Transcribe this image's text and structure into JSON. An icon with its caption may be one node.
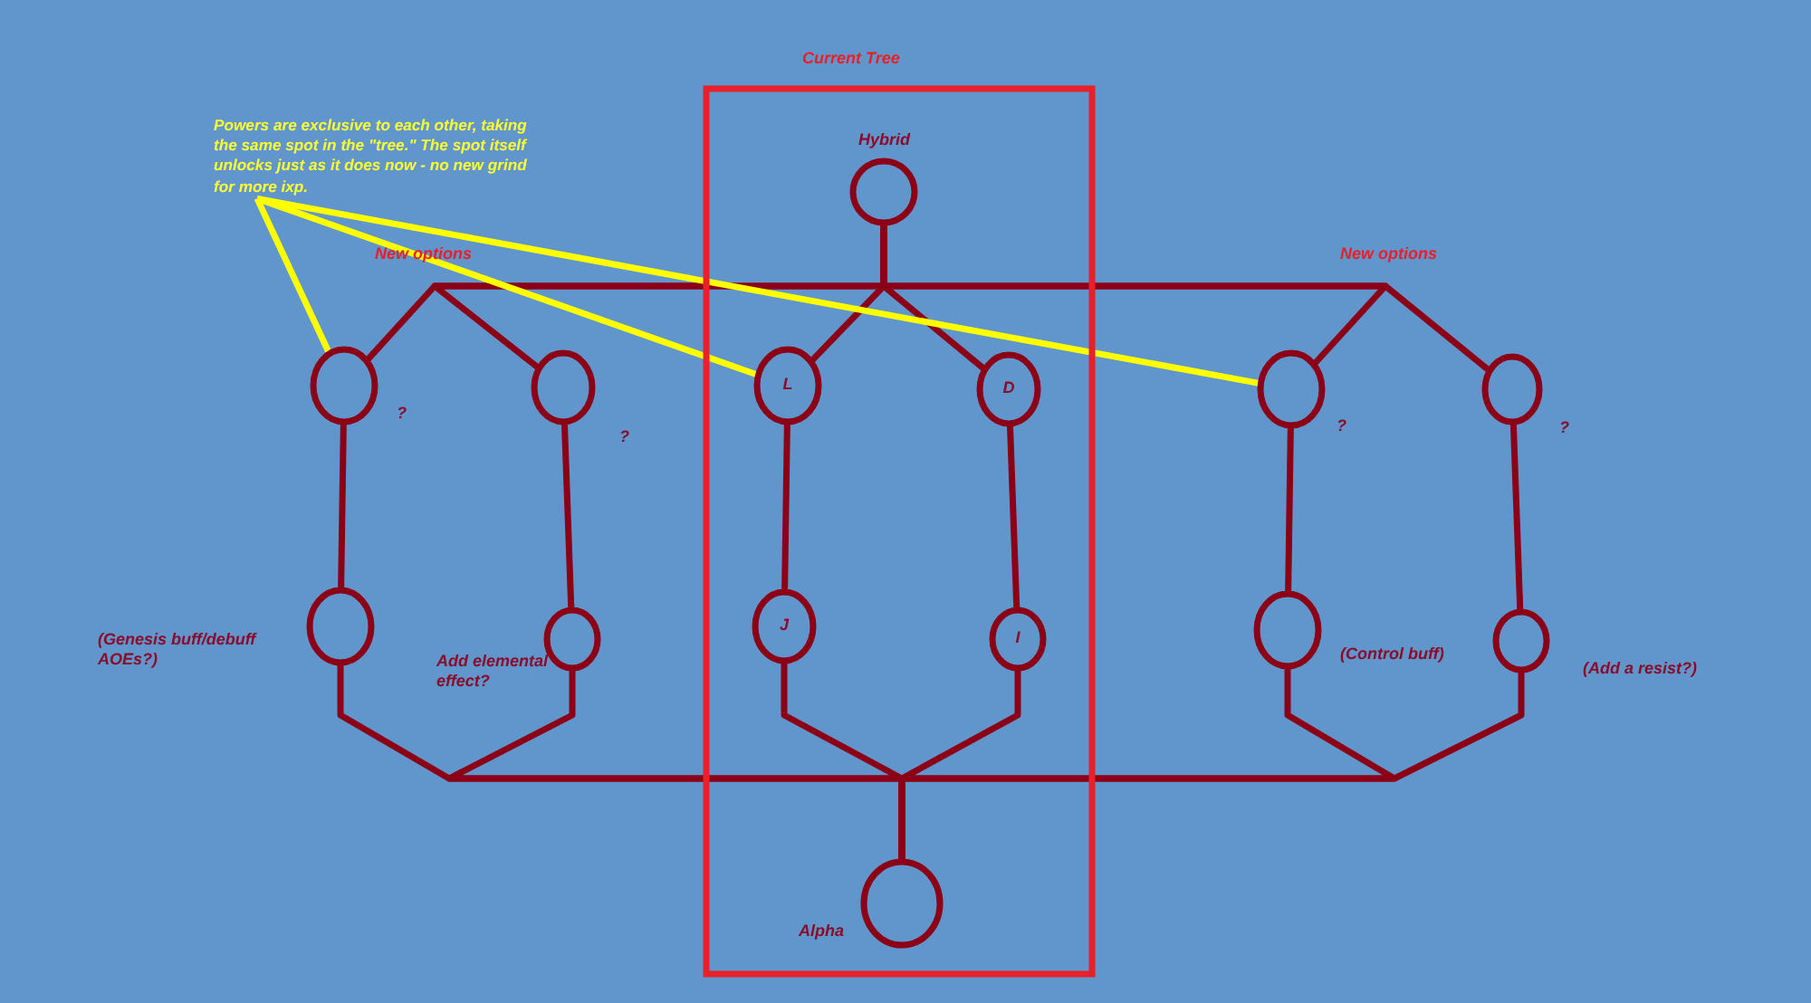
{
  "diagram": {
    "nodes": [
      {
        "text": [
          "Current Tree"
        ]
      },
      {
        "text": [],
        "shape": "circle",
        "in": 0,
        "beside": [
          "Hybrid"
        ]
      },
      {
        "text": [
          "L"
        ],
        "in": 0
      },
      {
        "text": [
          "D"
        ],
        "in": 0
      },
      {
        "text": [
          "J"
        ],
        "in": 0
      },
      {
        "text": [
          "I"
        ],
        "in": 0
      },
      {
        "text": [],
        "shape": "circle",
        "in": 0,
        "beside": [
          "Alpha"
        ]
      },
      {
        "text": [],
        "shape": "circle",
        "beside": [
          "?"
        ]
      },
      {
        "text": [],
        "shape": "circle",
        "beside": [
          "?"
        ]
      },
      {
        "text": [],
        "shape": "circle",
        "beside": [
          "(Genesis buff/debuff AOEs?)"
        ]
      },
      {
        "text": [],
        "shape": "circle",
        "beside": [
          "Add elemental effect?"
        ]
      },
      {
        "text": [],
        "shape": "circle",
        "beside": [
          "?"
        ]
      },
      {
        "text": [],
        "shape": "circle",
        "beside": [
          "?"
        ]
      },
      {
        "text": [],
        "shape": "circle",
        "beside": [
          "(Control buff)"
        ]
      },
      {
        "text": [],
        "shape": "circle",
        "beside": [
          "(Add a resist?)"
        ]
      },
      {
        "text": [
          "Powers are exclusive to each other, taking the same spot in the \"tree.\" The spot itself unlocks just as it does now - no new grind for more ixp."
        ]
      }
    ],
    "edges": [
      {
        "from": 1,
        "to": 7,
        "arrow": "none"
      },
      {
        "from": 1,
        "to": 8,
        "arrow": "none"
      },
      {
        "from": 1,
        "to": 2,
        "arrow": "none"
      },
      {
        "from": 1,
        "to": 3,
        "arrow": "none"
      },
      {
        "from": 1,
        "to": 11,
        "arrow": "none"
      },
      {
        "from": 1,
        "to": 12,
        "arrow": "none"
      },
      {
        "from": 7,
        "to": 9,
        "arrow": "none"
      },
      {
        "from": 8,
        "to": 10,
        "arrow": "none"
      },
      {
        "from": 2,
        "to": 4,
        "arrow": "none"
      },
      {
        "from": 3,
        "to": 5,
        "arrow": "none"
      },
      {
        "from": 11,
        "to": 13,
        "arrow": "none"
      },
      {
        "from": 12,
        "to": 14,
        "arrow": "none"
      },
      {
        "from": 9,
        "to": 6,
        "arrow": "none"
      },
      {
        "from": 10,
        "to": 6,
        "arrow": "none"
      },
      {
        "from": 4,
        "to": 6,
        "arrow": "none"
      },
      {
        "from": 5,
        "to": 6,
        "arrow": "none"
      },
      {
        "from": 13,
        "to": 6,
        "arrow": "none"
      },
      {
        "from": 14,
        "to": 6,
        "arrow": "none"
      },
      {
        "from": 15,
        "to": 7,
        "arrow": "none",
        "color": "#ffff00"
      },
      {
        "from": 15,
        "to": 2,
        "arrow": "none",
        "color": "#ffff00"
      },
      {
        "from": 15,
        "to": 11,
        "arrow": "none",
        "color": "#ffff00"
      }
    ],
    "labels": [
      "New options",
      "New options"
    ]
  }
}
